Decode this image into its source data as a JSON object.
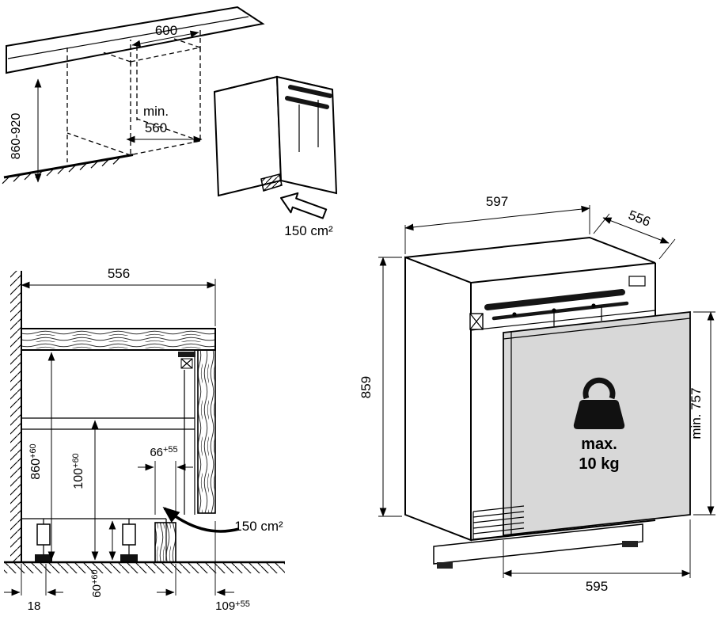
{
  "figures": {
    "niche_iso": {
      "dim_width": "600",
      "dim_depth_min_label": "min.",
      "dim_depth_min_value": "560",
      "dim_height_range": "860-920",
      "vent_area": "150 cm²"
    },
    "cross_section": {
      "dim_depth": "556",
      "dim_niche_height": {
        "value": "860",
        "sup": "+60"
      },
      "dim_base_height": {
        "value": "100",
        "sup": "+60"
      },
      "dim_vent_gap": {
        "value": "66",
        "sup": "+55"
      },
      "vent_area": "150 cm²",
      "dim_wall_clearance": "18",
      "dim_foot_adjust": {
        "value": "60",
        "sup": "+60"
      },
      "dim_plinth_depth": {
        "value": "109",
        "sup": "+55"
      }
    },
    "appliance_iso": {
      "dim_width": "597",
      "dim_depth": "556",
      "dim_height": "859",
      "dim_door_height_min": "min. 757",
      "door_load_label": "max.",
      "door_load_value": "10 kg",
      "dim_door_width": "595"
    }
  }
}
